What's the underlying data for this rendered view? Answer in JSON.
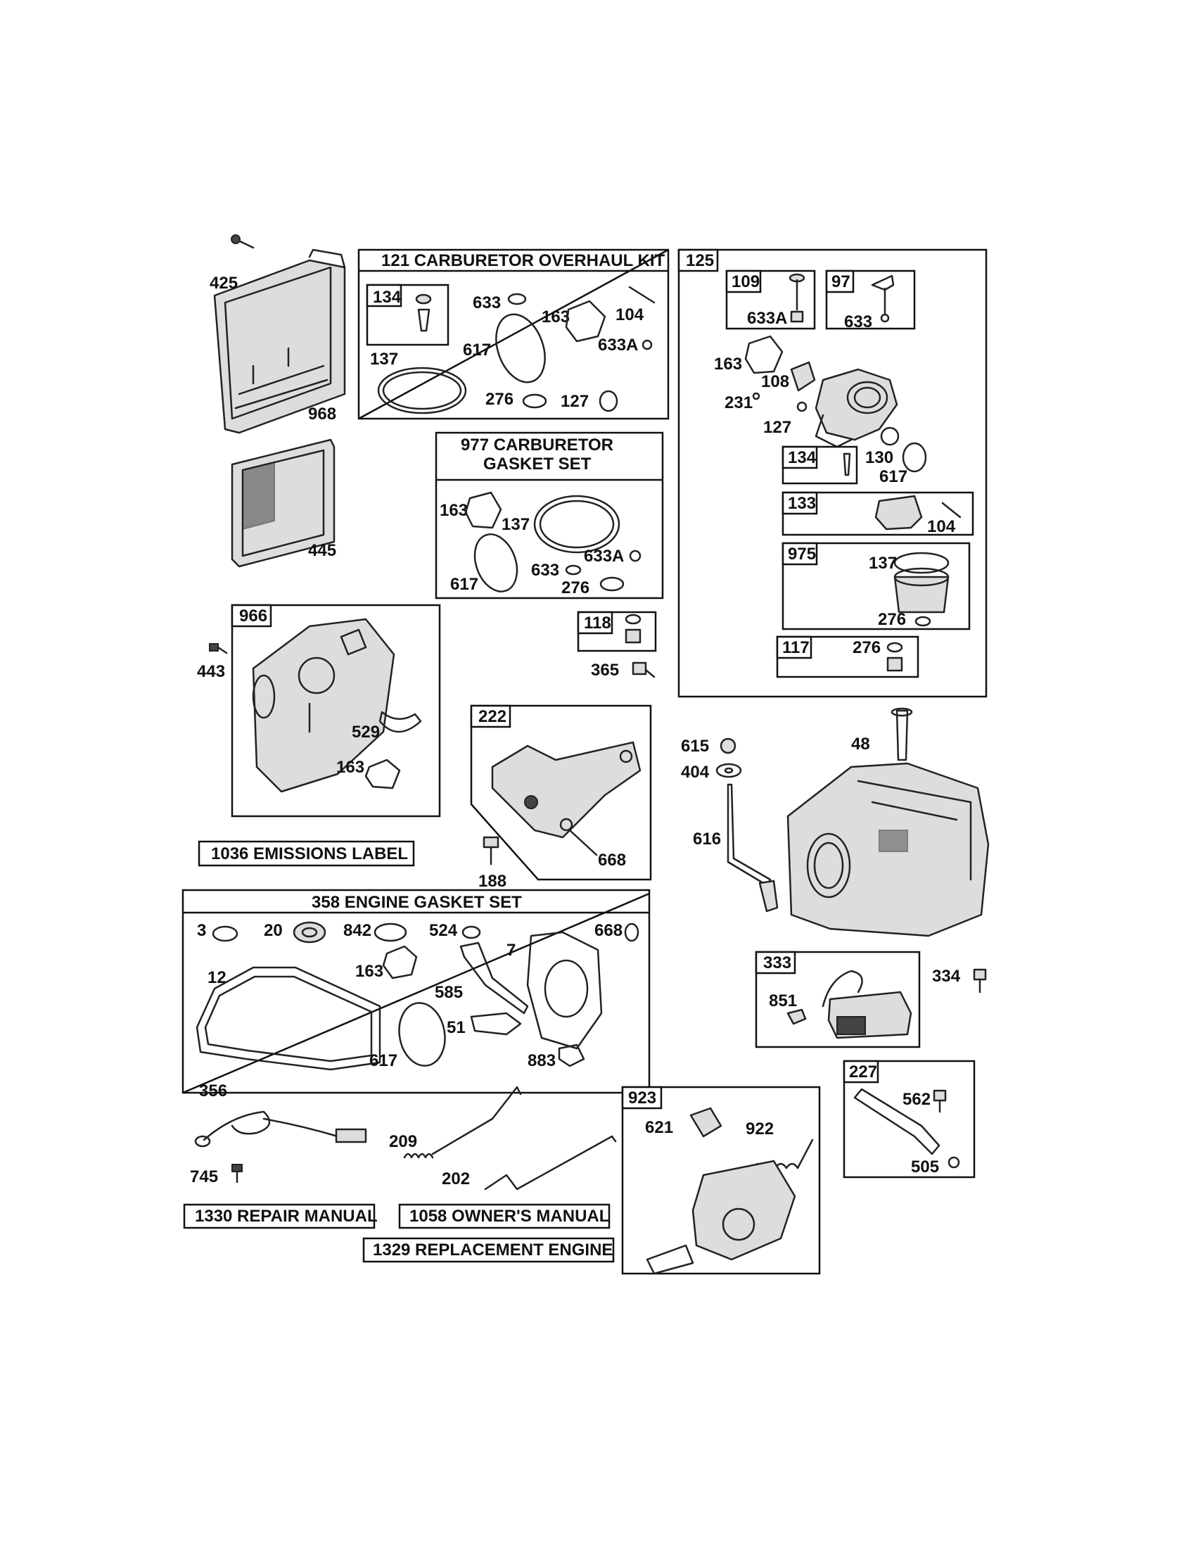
{
  "kits": {
    "carb_overhaul": "121 CARBURETOR OVERHAUL KIT",
    "carb_gasket_1": "977 CARBURETOR",
    "carb_gasket_2": "GASKET SET",
    "engine_gasket": "358 ENGINE GASKET SET"
  },
  "notes": {
    "emissions": "1036 EMISSIONS LABEL",
    "repair": "1330 REPAIR MANUAL",
    "owners": "1058 OWNER'S MANUAL",
    "replacement": "1329 REPLACEMENT ENGINE"
  },
  "boxes": {
    "b134a": "134",
    "b125": "125",
    "b109": "109",
    "b97": "97",
    "b134b": "134",
    "b133": "133",
    "b975": "975",
    "b117": "117",
    "b118": "118",
    "b966": "966",
    "b222": "222",
    "b333": "333",
    "b923": "923",
    "b227": "227"
  },
  "parts": {
    "p425": "425",
    "p968": "968",
    "p445": "445",
    "k633": "633",
    "k104": "104",
    "k163": "163",
    "k617": "617",
    "k633a": "633A",
    "k137": "137",
    "k276": "276",
    "k127": "127",
    "g163": "163",
    "g137": "137",
    "g617": "617",
    "g633": "633",
    "g633a": "633A",
    "g276": "276",
    "c633a": "633A",
    "c633": "633",
    "c163": "163",
    "c108": "108",
    "c231": "231",
    "c127": "127",
    "c130": "130",
    "c617": "617",
    "c104": "104",
    "c137": "137",
    "c276a": "276",
    "c276b": "276",
    "p443": "443",
    "p529": "529",
    "p163": "163",
    "p365": "365",
    "p668": "668",
    "p188": "188",
    "p615": "615",
    "p404": "404",
    "p48": "48",
    "p616": "616",
    "e3": "3",
    "e20": "20",
    "e842": "842",
    "e524": "524",
    "e7": "7",
    "e668": "668",
    "e12": "12",
    "e163": "163",
    "e585": "585",
    "e51": "51",
    "e617": "617",
    "e883": "883",
    "p334": "334",
    "p851": "851",
    "p356": "356",
    "p745": "745",
    "p209": "209",
    "p202": "202",
    "p621": "621",
    "p922": "922",
    "p562": "562",
    "p505": "505"
  }
}
